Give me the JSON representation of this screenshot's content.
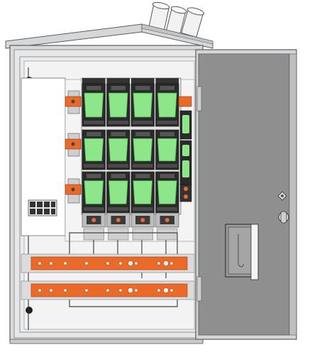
{
  "colors": {
    "cabinet_fill": "#d9dadb",
    "cabinet_stroke": "#5a5d60",
    "interior_fill": "#ececec",
    "mounting_plate": "#f4f4f4",
    "door_fill": "#8f8f8f",
    "door_frame": "#d4d5d6",
    "fuse_body": "#2a2a2a",
    "fuse_window": "#8ee68a",
    "fuse_window_dark": "#4fbf53",
    "busbar": "#ea6a2a",
    "busbar_dark": "#b84818",
    "white_panel": "#ffffff",
    "hardware": "#7a7d80",
    "conductor_stroke": "#444444"
  },
  "components": {
    "cabinet": "distribution-cabinet",
    "roof": "peaked-roof",
    "vent_pipes": [
      "vent-pipe-left",
      "vent-pipe-middle",
      "vent-pipe-right"
    ],
    "fuse_columns": 4,
    "fuse_rows": 3,
    "busbars": 2,
    "door": "open-door",
    "door_handle": "door-handle-icon",
    "door_lock": "lock-icon"
  }
}
